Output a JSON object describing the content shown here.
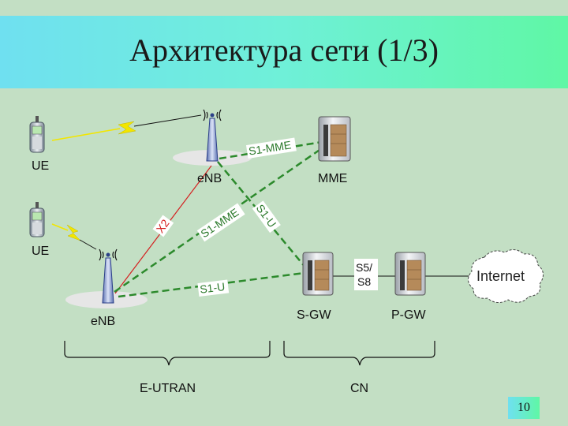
{
  "title": "Архитектура сети (1/3)",
  "page_number": "10",
  "nodes": {
    "ue_top": "UE",
    "ue_bottom": "UE",
    "enb_top": "eNB",
    "enb_bottom": "eNB",
    "mme": "MME",
    "sgw": "S-GW",
    "pgw": "P-GW",
    "internet": "Internet"
  },
  "interfaces": {
    "s1_mme_top": "S1-MME",
    "s1_mme_mid": "S1-MME",
    "s1_u_mid": "S1-U",
    "s1_u_bottom": "S1-U",
    "x2": "X2",
    "s5_line1": "S5/",
    "s5_line2": "S8"
  },
  "groups": {
    "eutran": "E-UTRAN",
    "cn": "CN"
  },
  "colors": {
    "interface_link": "#2c8a2c",
    "x2_link": "#d42020",
    "radio_link": "#f2e600"
  }
}
